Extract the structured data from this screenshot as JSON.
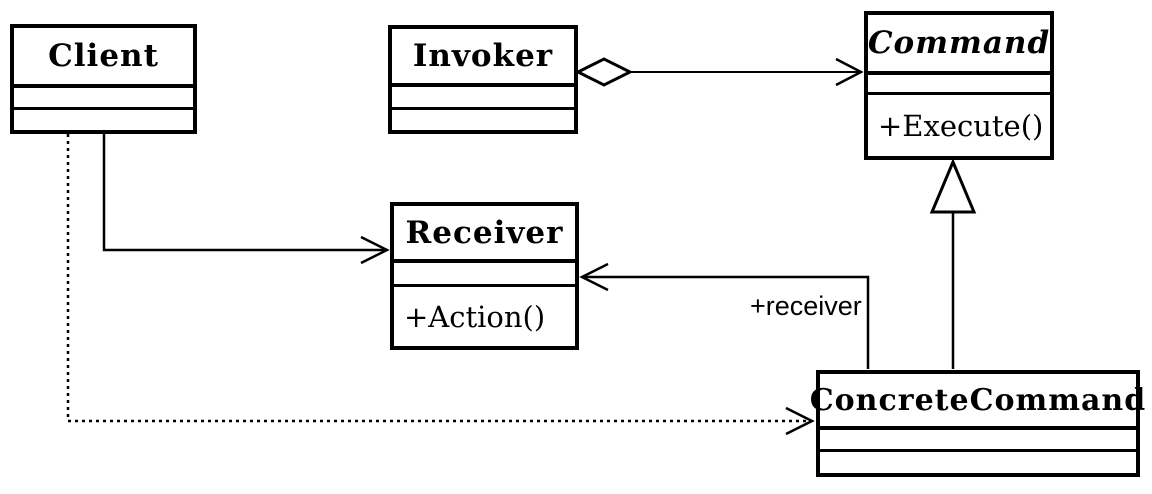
{
  "diagram": {
    "colors": {
      "line": "#000000",
      "background": "#ffffff",
      "box_fill": "#ffffff"
    },
    "classes": {
      "client": {
        "name": "Client",
        "abstract": false,
        "attributes": [],
        "methods": []
      },
      "invoker": {
        "name": "Invoker",
        "abstract": false,
        "attributes": [],
        "methods": []
      },
      "command": {
        "name": "Command",
        "abstract": true,
        "attributes": [],
        "methods": [
          "+Execute()"
        ]
      },
      "receiver": {
        "name": "Receiver",
        "abstract": false,
        "attributes": [],
        "methods": [
          "+Action()"
        ]
      },
      "concrete_command": {
        "name": "ConcreteCommand",
        "abstract": false,
        "attributes": [],
        "methods": []
      }
    },
    "relationships": [
      {
        "from": "Invoker",
        "to": "Command",
        "type": "aggregation",
        "label": ""
      },
      {
        "from": "Client",
        "to": "Receiver",
        "type": "association",
        "label": ""
      },
      {
        "from": "ConcreteCommand",
        "to": "Receiver",
        "type": "association",
        "label": "+receiver"
      },
      {
        "from": "ConcreteCommand",
        "to": "Command",
        "type": "generalization",
        "label": ""
      },
      {
        "from": "Client",
        "to": "ConcreteCommand",
        "type": "dependency",
        "label": ""
      }
    ]
  }
}
